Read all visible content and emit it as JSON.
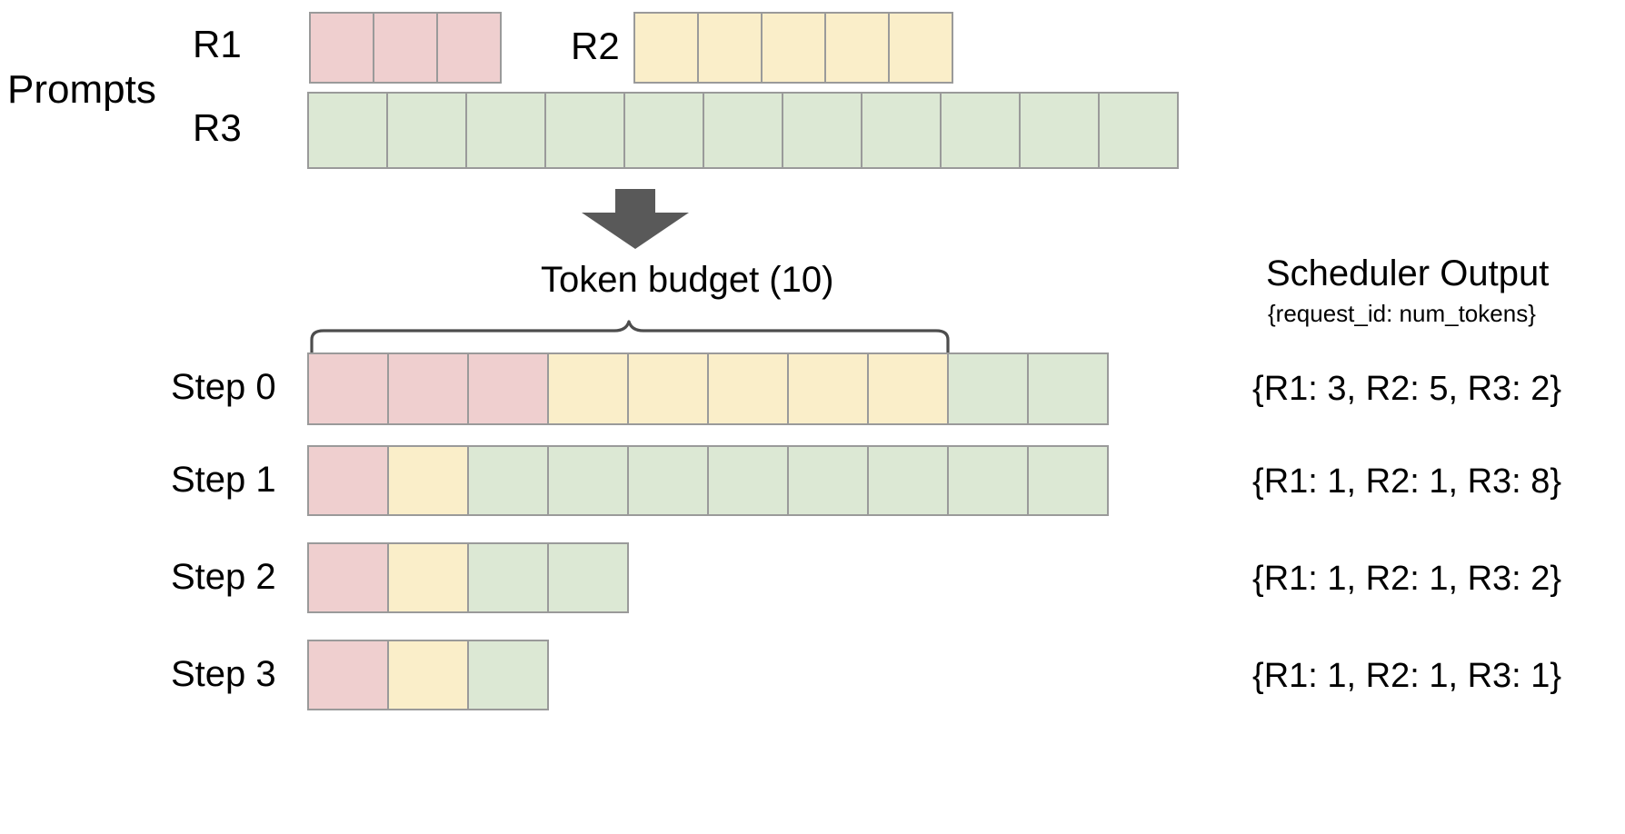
{
  "diagram": {
    "title_prompts": "Prompts",
    "arrow_icon": "down-arrow-icon",
    "brace_icon": "curly-brace-icon"
  },
  "prompts": {
    "label": "Prompts",
    "requests": [
      {
        "id": "R1",
        "label": "R1",
        "tokens": 3,
        "color": "#efcfcf",
        "color_name": "pink"
      },
      {
        "id": "R2",
        "label": "R2",
        "tokens": 5,
        "color": "#faeec9",
        "color_name": "yellow"
      },
      {
        "id": "R3",
        "label": "R3",
        "tokens": 11,
        "color": "#dce8d4",
        "color_name": "green"
      }
    ]
  },
  "budget": {
    "label": "Token  budget (10)",
    "value": 10
  },
  "scheduler": {
    "title": "Scheduler Output",
    "subtitle": "{request_id: num_tokens}"
  },
  "steps": [
    {
      "label": "Step 0",
      "output": "{R1: 3, R2: 5, R3: 2}",
      "segments": [
        {
          "request": "R1",
          "count": 3,
          "color_name": "pink"
        },
        {
          "request": "R2",
          "count": 5,
          "color_name": "yellow"
        },
        {
          "request": "R3",
          "count": 2,
          "color_name": "green"
        }
      ]
    },
    {
      "label": "Step 1",
      "output": "{R1: 1, R2: 1, R3: 8}",
      "segments": [
        {
          "request": "R1",
          "count": 1,
          "color_name": "pink"
        },
        {
          "request": "R2",
          "count": 1,
          "color_name": "yellow"
        },
        {
          "request": "R3",
          "count": 8,
          "color_name": "green"
        }
      ]
    },
    {
      "label": "Step 2",
      "output": "{R1: 1, R2: 1, R3: 2}",
      "segments": [
        {
          "request": "R1",
          "count": 1,
          "color_name": "pink"
        },
        {
          "request": "R2",
          "count": 1,
          "color_name": "yellow"
        },
        {
          "request": "R3",
          "count": 2,
          "color_name": "green"
        }
      ]
    },
    {
      "label": "Step 3",
      "output": "{R1: 1, R2: 1, R3: 1}",
      "segments": [
        {
          "request": "R1",
          "count": 1,
          "color_name": "pink"
        },
        {
          "request": "R2",
          "count": 1,
          "color_name": "yellow"
        },
        {
          "request": "R3",
          "count": 1,
          "color_name": "green"
        }
      ]
    }
  ],
  "colors": {
    "pink": "#efcfcf",
    "yellow": "#faeec9",
    "green": "#dce8d4",
    "cell_border": "#9a9a9a",
    "arrow": "#595959",
    "brace": "#4d4d4d",
    "text": "#000000",
    "background": "#ffffff"
  }
}
